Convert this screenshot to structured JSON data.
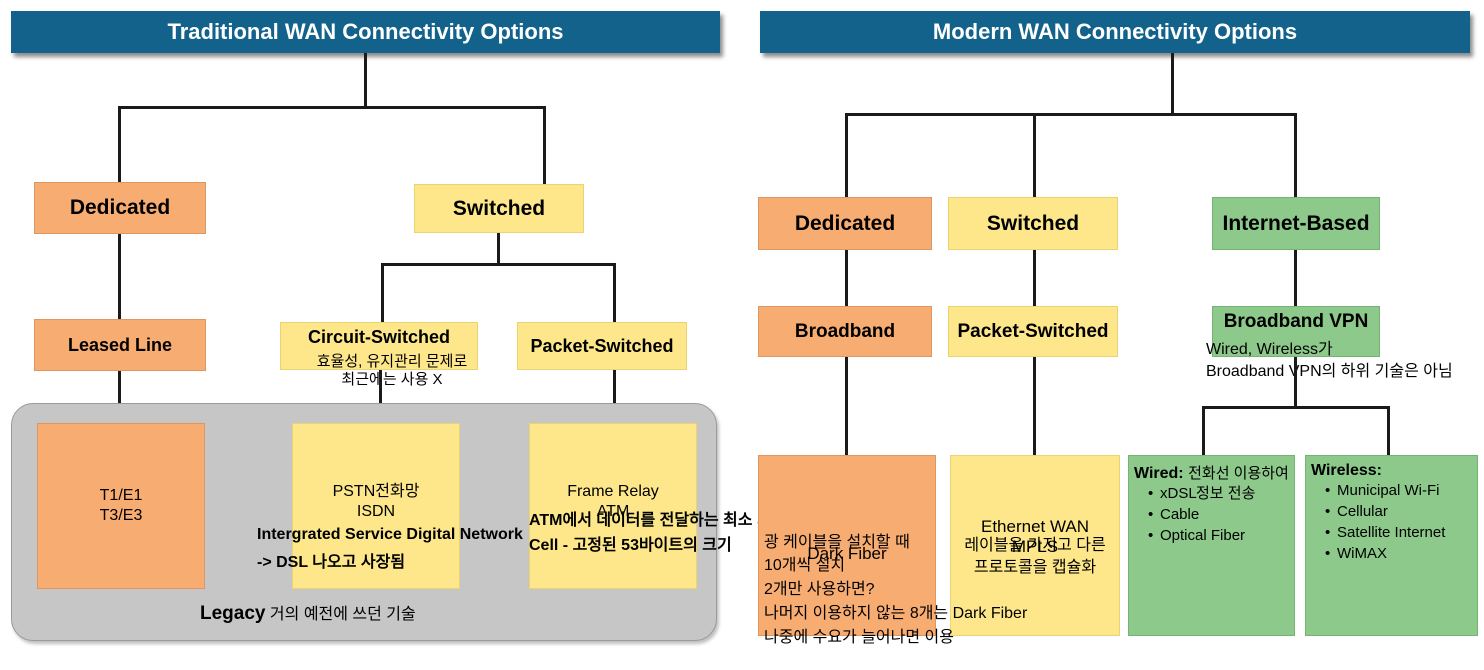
{
  "left": {
    "header": "Traditional WAN Connectivity Options",
    "dedicated": "Dedicated",
    "switched": "Switched",
    "leased_line": "Leased Line",
    "circuit_switched": "Circuit-Switched",
    "packet_switched": "Packet-Switched",
    "circuit_note_1": "효율성, 유지관리 문제로",
    "circuit_note_2": "최근에는 사용 X",
    "t1e1": "T1/E1",
    "t3e3": "T3/E3",
    "pstn": "PSTN전화망",
    "isdn": "ISDN",
    "isdn_note_1": "Intergrated Service Digital Network",
    "isdn_note_2": "-> DSL 나오고 사장됨",
    "frame_relay": "Frame Relay",
    "atm": "ATM",
    "atm_note_1": "ATM에서 데이터를 전달하는 최소 기본  단위",
    "atm_note_2": "Cell - 고정된 53바이트의 크기",
    "legacy_bold": "Legacy",
    "legacy_rest": " 거의 예전에 쓰던 기술"
  },
  "right": {
    "header": "Modern WAN Connectivity Options",
    "dedicated": "Dedicated",
    "switched": "Switched",
    "internet_based": "Internet-Based",
    "broadband": "Broadband",
    "packet_switched": "Packet-Switched",
    "broadband_vpn": "Broadband VPN",
    "vpn_note_1": "Wired, Wireless가",
    "vpn_note_2": "Broadband VPN의 하위 기술은 아님",
    "dark_fiber": "Dark Fiber",
    "dark_fiber_note_1": "광 케이블을 설치할 때",
    "dark_fiber_note_2": "10개씩 설치",
    "dark_fiber_note_3": "2개만 사용하면?",
    "dark_fiber_note_4": "나머지 이용하지 않는 8개는 Dark Fiber",
    "dark_fiber_note_5": "나중에 수요가 늘어나면 이용",
    "ethernet_wan": "Ethernet WAN",
    "mpls": "MPLS",
    "mpls_note_1": "레이블을 가지고 다른",
    "mpls_note_2": "프로토콜을 캡슐화",
    "wired_title": "Wired:",
    "wired_note": "전화선 이용하여",
    "wired_items": [
      "xDSL",
      "Cable",
      "Optical Fiber"
    ],
    "wired_extra_note": "정보 전송",
    "wireless_title": "Wireless:",
    "wireless_items": [
      "Municipal Wi-Fi",
      "Cellular",
      "Satellite Internet",
      "WiMAX"
    ]
  },
  "colors": {
    "header_blue": "#13628C",
    "orange": "#F7AC72",
    "yellow": "#FDE78A",
    "green": "#8CC98A",
    "legacy_gray": "#C6C6C6",
    "line": "#1a1a1a"
  }
}
